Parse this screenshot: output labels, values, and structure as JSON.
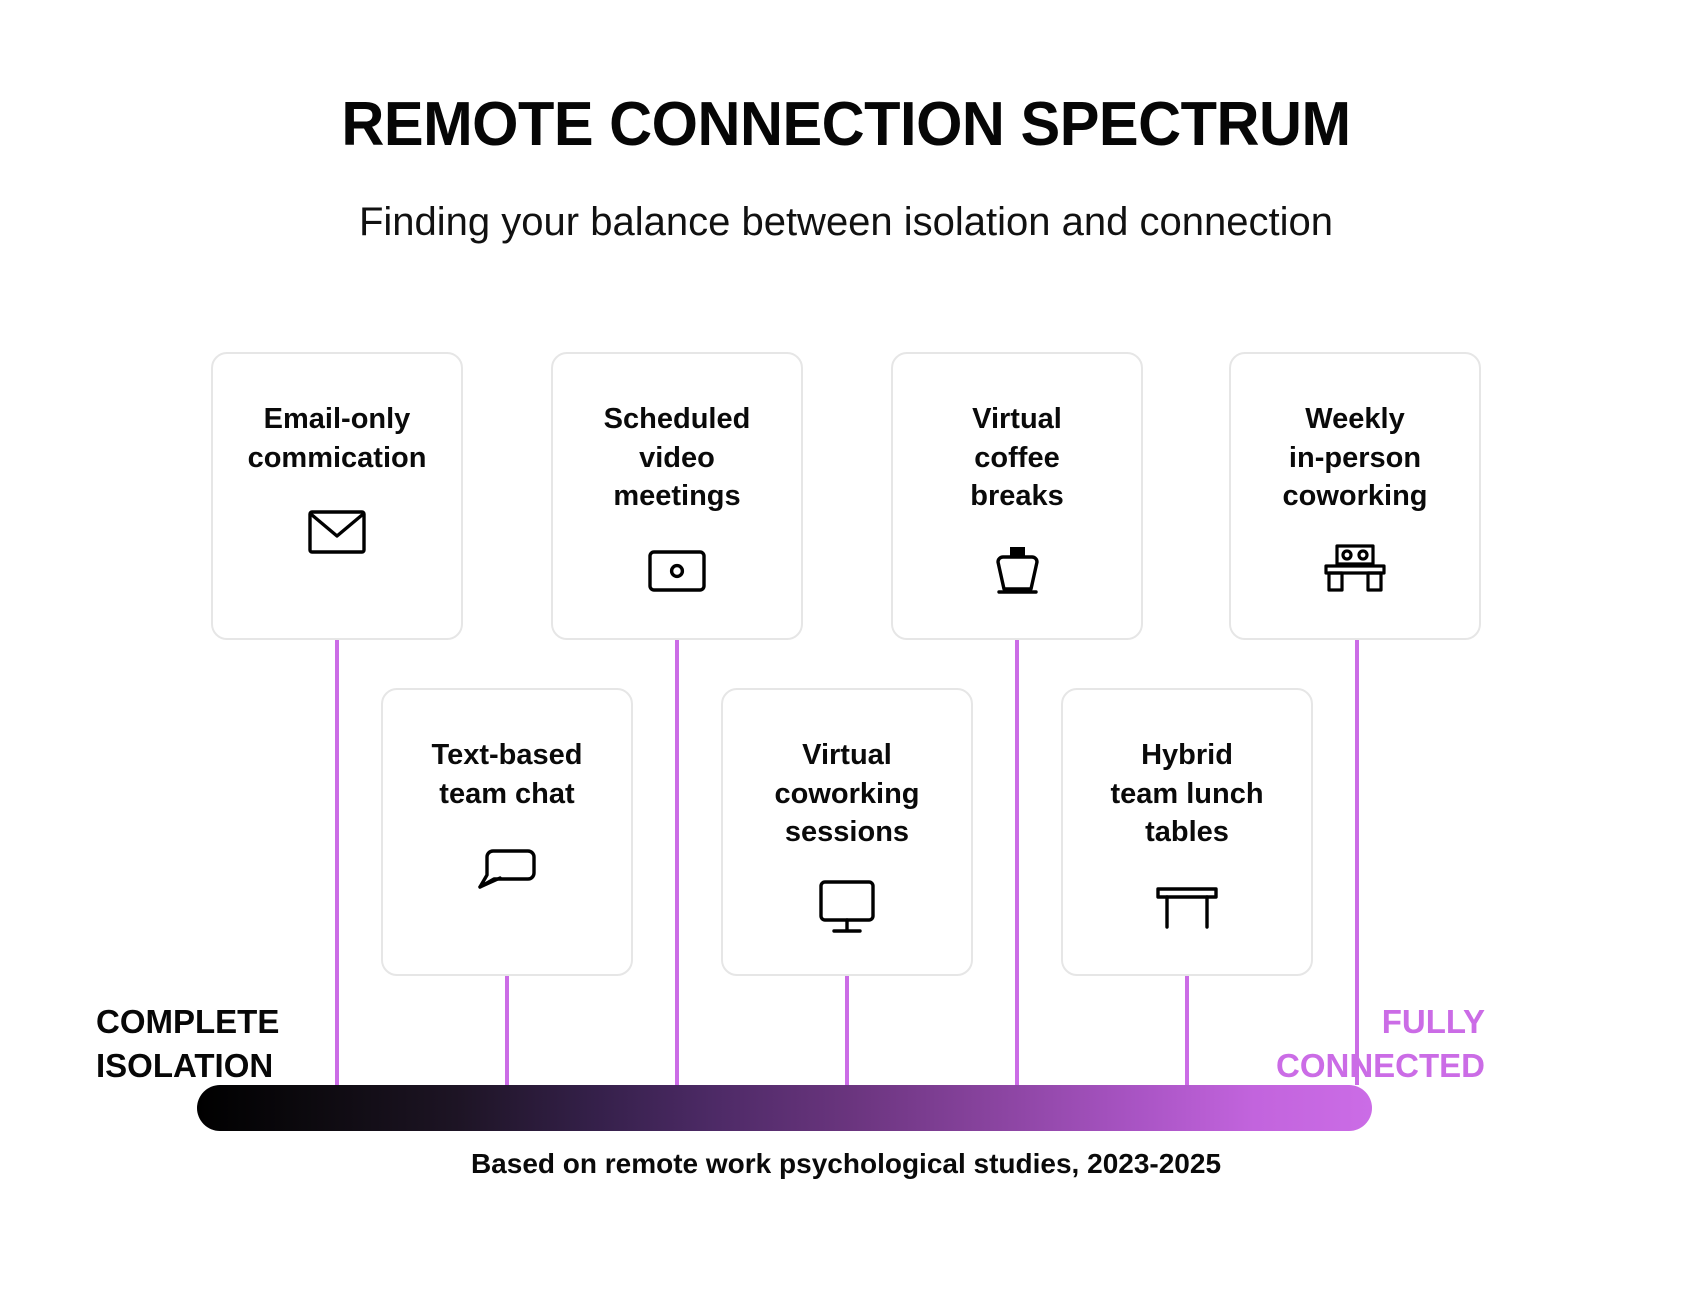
{
  "header": {
    "title": "REMOTE CONNECTION SPECTRUM",
    "subtitle": "Finding your balance between isolation and connection"
  },
  "spectrum": {
    "left_label": "COMPLETE\nISOLATION",
    "right_label": "FULLY\nCONNECTED",
    "accent_color": "#cb6ce6",
    "gradient_start": "#000000",
    "gradient_end": "#cb6ce6"
  },
  "cards": [
    {
      "label": "Email-only\ncommication",
      "icon": "envelope-icon",
      "row": "top"
    },
    {
      "label": "Text-based\nteam chat",
      "icon": "speech-bubble-icon",
      "row": "bottom"
    },
    {
      "label": "Scheduled\nvideo\nmeetings",
      "icon": "webcam-icon",
      "row": "top"
    },
    {
      "label": "Virtual\ncoworking\nsessions",
      "icon": "monitor-icon",
      "row": "bottom"
    },
    {
      "label": "Virtual\ncoffee\nbreaks",
      "icon": "coffee-cup-icon",
      "row": "top"
    },
    {
      "label": "Hybrid\nteam lunch\ntables",
      "icon": "lunch-table-icon",
      "row": "bottom"
    },
    {
      "label": "Weekly\nin-person\ncoworking",
      "icon": "coworking-desk-icon",
      "row": "top"
    }
  ],
  "footer": {
    "caption": "Based on remote work psychological studies, 2023-2025"
  }
}
